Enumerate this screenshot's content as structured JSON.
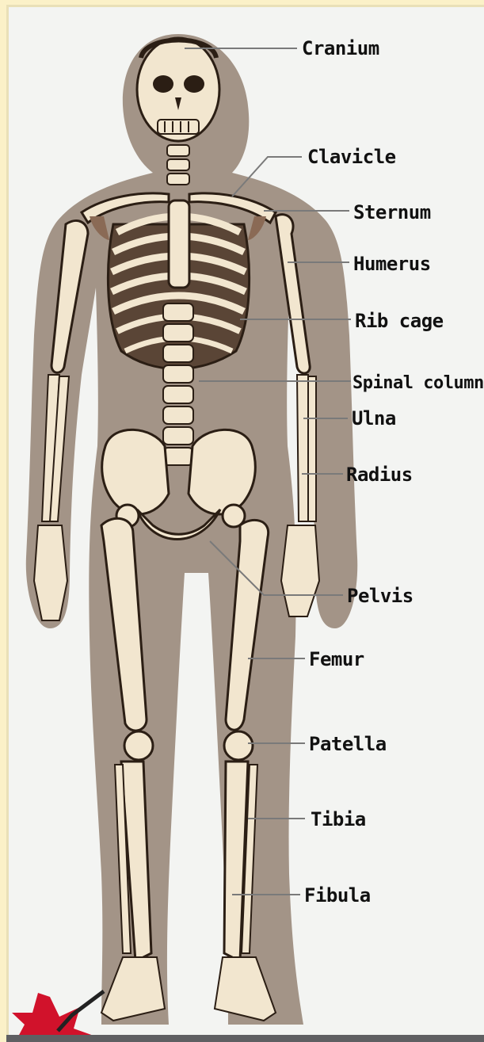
{
  "labels": {
    "cranium": "Cranium",
    "clavicle": "Clavicle",
    "sternum": "Sternum",
    "humerus": "Humerus",
    "rib_cage": "Rib cage",
    "spinal_column": "Spinal column",
    "ulna": "Ulna",
    "radius": "Radius",
    "pelvis": "Pelvis",
    "femur": "Femur",
    "patella": "Patella",
    "tibia": "Tibia",
    "fibula": "Fibula"
  },
  "colors": {
    "page_background": "#fbf1c8",
    "panel_background": "#f3f4f2",
    "body_silhouette": "#a39487",
    "bone": "#f2e6cf",
    "bone_outline": "#2b1e14",
    "logo_star": "#d1122b"
  }
}
